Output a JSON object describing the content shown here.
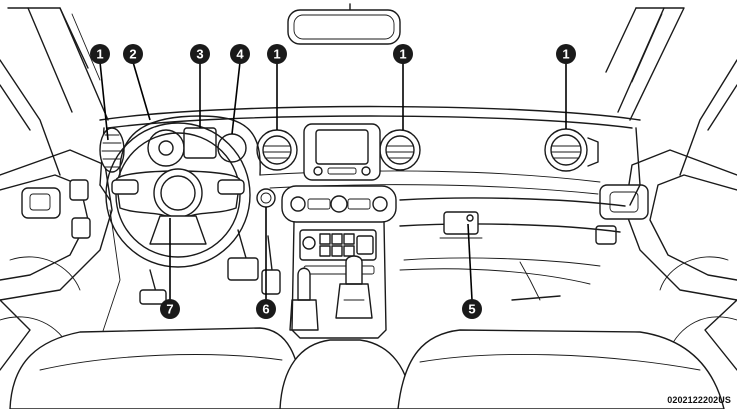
{
  "figure_code": "0202122202US",
  "callouts": [
    {
      "id": "c1a",
      "label": "1"
    },
    {
      "id": "c2",
      "label": "2"
    },
    {
      "id": "c3",
      "label": "3"
    },
    {
      "id": "c4",
      "label": "4"
    },
    {
      "id": "c1b",
      "label": "1"
    },
    {
      "id": "c1c",
      "label": "1"
    },
    {
      "id": "c1d",
      "label": "1"
    },
    {
      "id": "c7",
      "label": "7"
    },
    {
      "id": "c6",
      "label": "6"
    },
    {
      "id": "c5",
      "label": "5"
    }
  ]
}
